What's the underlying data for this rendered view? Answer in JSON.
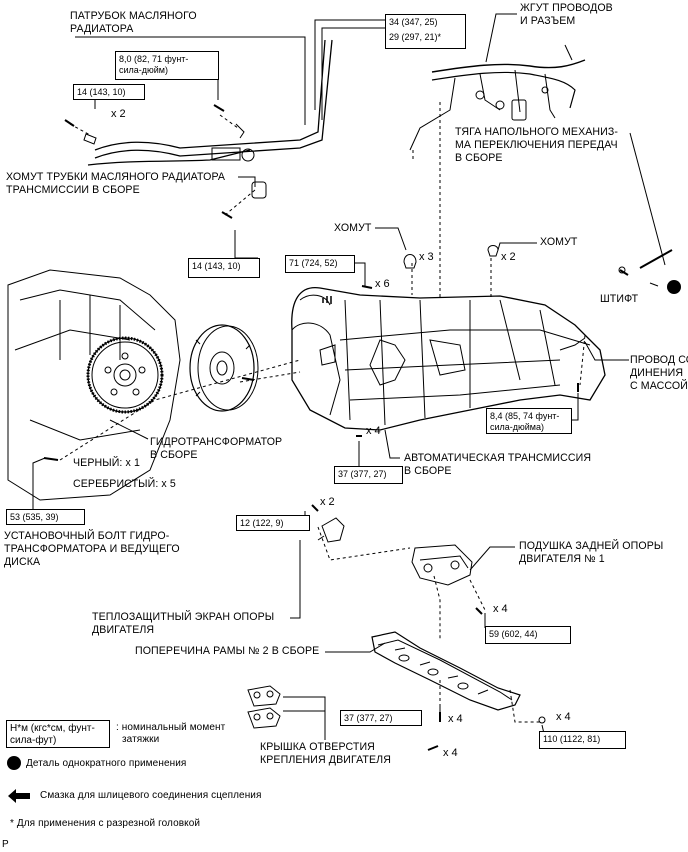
{
  "labels": {
    "cooler_hose": [
      "ПАТРУБОК МАСЛЯНОГО",
      "РАДИАТОРА"
    ],
    "wire_harness": [
      "ЖГУТ ПРОВОДОВ",
      "И РАЗЪЕМ"
    ],
    "shift_rod": [
      "ТЯГА НАПОЛЬНОГО МЕХАНИЗ-",
      "МА ПЕРЕКЛЮЧЕНИЯ ПЕРЕДАЧ",
      "В СБОРЕ"
    ],
    "tube_clamp": [
      "ХОМУТ ТРУБКИ МАСЛЯНОГО РАДИАТОРА",
      "ТРАНСМИССИИ В СБОРЕ"
    ],
    "clamp_left": "ХОМУТ",
    "clamp_right": "ХОМУТ",
    "pin": "ШТИФТ",
    "ground_strap": [
      "ПРОВОД СОЕ-",
      "ДИНЕНИЯ",
      "С МАССОЙ"
    ],
    "converter": [
      "ГИДРОТРАНСФОРМАТОР",
      "В СБОРЕ"
    ],
    "black": "ЧЕРНЫЙ: x 1",
    "silver": "СЕРЕБРИСТЫЙ: x 5",
    "auto_trans": [
      "АВТОМАТИЧЕСКАЯ ТРАНСМИССИЯ",
      "В СБОРЕ"
    ],
    "setting_bolt": [
      "УСТАНОВОЧНЫЙ БОЛТ ГИДРО-",
      "ТРАНСФОРМАТОРА И ВЕДУЩЕГО",
      "ДИСКА"
    ],
    "rear_insulator": [
      "ПОДУШКА ЗАДНЕЙ ОПОРЫ",
      "ДВИГАТЕЛЯ № 1"
    ],
    "heat_shield": [
      "ТЕПЛОЗАЩИТНЫЙ ЭКРАН ОПОРЫ",
      "ДВИГАТЕЛЯ"
    ],
    "crossmember": "ПОПЕРЕЧИНА РАМЫ № 2 В СБОРЕ",
    "hole_cover": [
      "КРЫШКА ОТВЕРСТИЯ",
      "КРЕПЛЕНИЯ ДВИГАТЕЛЯ"
    ]
  },
  "torque": {
    "t1": [
      "34 (347, 25)",
      "29 (297, 21)*"
    ],
    "t2": [
      "8,0 (82, 71 фунт-",
      "сила-дюйм)"
    ],
    "t3": "14 (143, 10)",
    "t4": "14 (143, 10)",
    "t5": "71 (724, 52)",
    "t6": [
      "8,4 (85, 74 фунт-",
      "сила-дюйма)"
    ],
    "t7": "37 (377, 27)",
    "t8": "53 (535, 39)",
    "t9": "12 (122, 9)",
    "t10": "59 (602, 44)",
    "t11": "37 (377, 27)",
    "t12": "110 (1122, 81)"
  },
  "quantities": {
    "q1": "x 2",
    "q2": "x 3",
    "q3": "x 2",
    "q4": "x 6",
    "q5": "x 4",
    "q6": "x 2",
    "q7": "x 4",
    "q8": "x 4",
    "q9": "x 4",
    "q10": "x 4"
  },
  "legend": {
    "torque_box": [
      "Н*м (кгс*см, фунт-",
      "сила-фут)"
    ],
    "torque_desc": [
      ": номинальный момент",
      "затяжки"
    ],
    "non_reusable": "Деталь однократного применения",
    "grease": "Смазка для шлицевого соединения сцепления",
    "note": "* Для применения с разрезной головкой",
    "corner": "P"
  }
}
